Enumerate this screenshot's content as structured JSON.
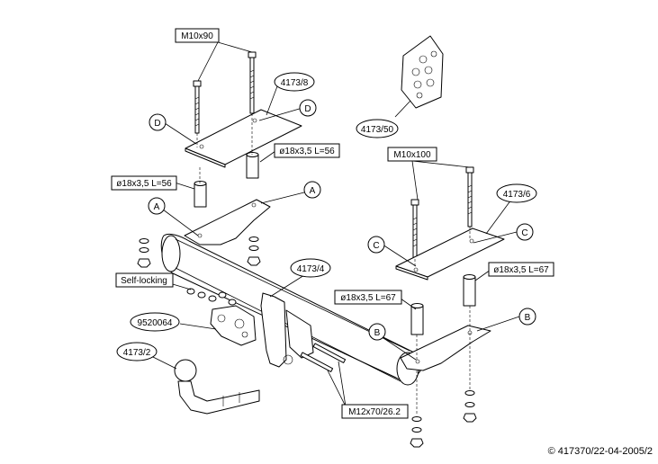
{
  "labels": {
    "bolt_top": "M10x90",
    "plate_left_ref": "4173/8",
    "detail_ref": "4173/50",
    "letter_d1": "D",
    "letter_d2": "D",
    "spacer_top_right": "ø18x3,5 L=56",
    "spacer_top_left": "ø18x3,5 L=56",
    "letter_a1": "A",
    "letter_a2": "A",
    "bolt_right": "M10x100",
    "plate_right_ref": "4173/6",
    "letter_c1": "C",
    "letter_c2": "C",
    "spacer_right_far": "ø18x3,5 L=67",
    "spacer_right_near": "ø18x3,5 L=67",
    "crossbar_ref": "4173/4",
    "self_locking": "Self-locking",
    "socket_plate_ref": "9520064",
    "letter_b1": "B",
    "letter_b2": "B",
    "ball_ref": "4173/2",
    "bolt_bottom": "M12x70/26.2"
  },
  "copyright": "© 417370/22-04-2005/2"
}
